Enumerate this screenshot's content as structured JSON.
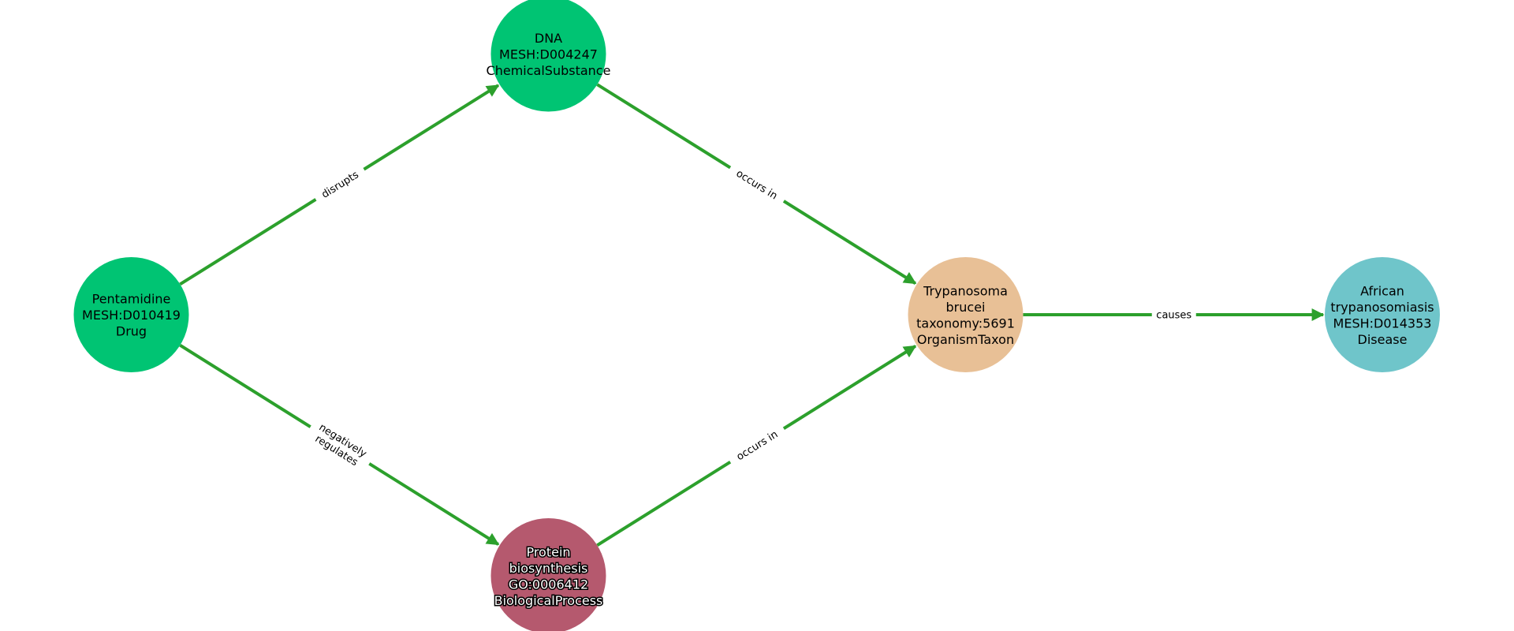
{
  "colors": {
    "edge": "#2ca02c",
    "label_bg": "#ffffff"
  },
  "nodes": [
    {
      "id": "pentamidine",
      "lines": [
        "Pentamidine",
        "MESH:D010419",
        "Drug"
      ],
      "color": "#00c473",
      "halo": false
    },
    {
      "id": "dna",
      "lines": [
        "DNA",
        "MESH:D004247",
        "ChemicalSubstance"
      ],
      "color": "#00c473",
      "halo": false
    },
    {
      "id": "protein",
      "lines": [
        "Protein",
        "biosynthesis",
        "GO:0006412",
        "BiologicalProcess"
      ],
      "color": "#b5596e",
      "halo": true
    },
    {
      "id": "trypanosoma",
      "lines": [
        "Trypanosoma",
        "brucei",
        "taxonomy:5691",
        "OrganismTaxon"
      ],
      "color": "#e8c096",
      "halo": false
    },
    {
      "id": "african",
      "lines": [
        "African",
        "trypanosomiasis",
        "MESH:D014353",
        "Disease"
      ],
      "color": "#6fc5ca",
      "halo": false
    }
  ],
  "edges": [
    {
      "source": "pentamidine",
      "target": "dna",
      "label": [
        "disrupts"
      ]
    },
    {
      "source": "pentamidine",
      "target": "protein",
      "label": [
        "negatively",
        "regulates"
      ]
    },
    {
      "source": "dna",
      "target": "trypanosoma",
      "label": [
        "occurs in"
      ]
    },
    {
      "source": "protein",
      "target": "trypanosoma",
      "label": [
        "occurs in"
      ]
    },
    {
      "source": "trypanosoma",
      "target": "african",
      "label": [
        "causes"
      ]
    }
  ]
}
